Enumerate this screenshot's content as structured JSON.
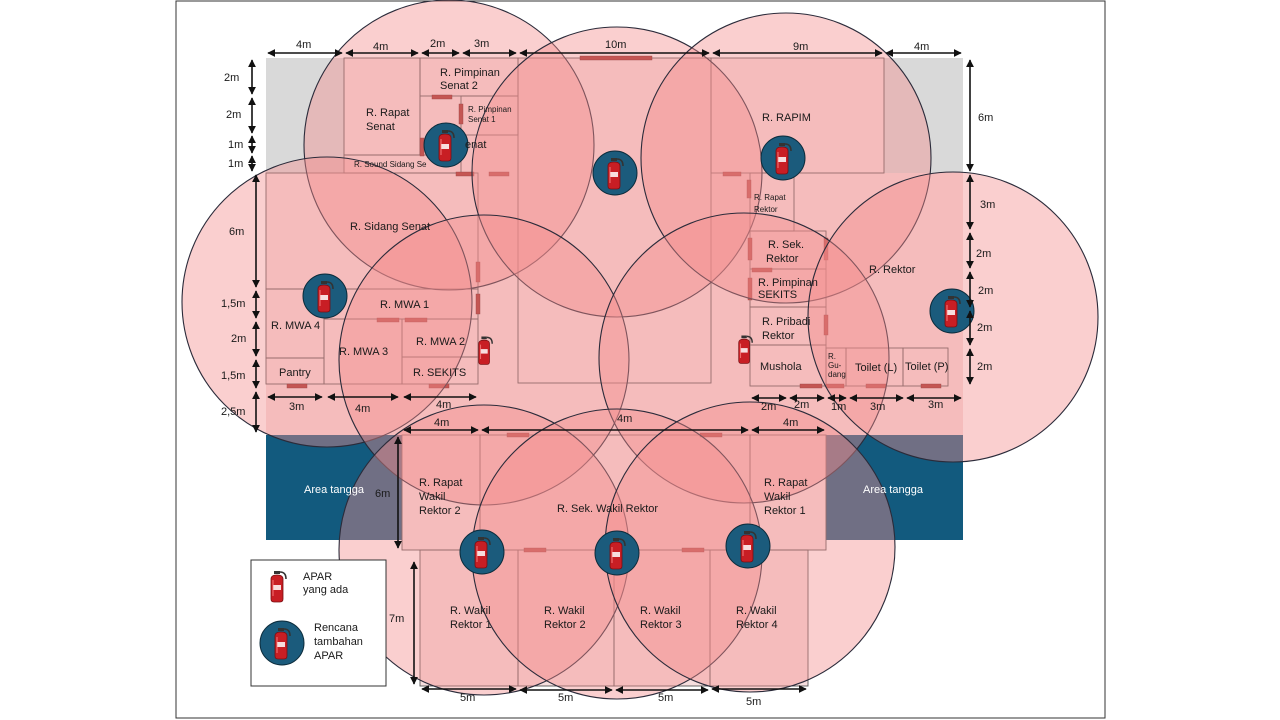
{
  "rooms": [
    {
      "name": "R. Rapat Senat",
      "lines": [
        "R. Rapat",
        "Senat"
      ]
    },
    {
      "name": "R. Pimpinan Senat 2",
      "lines": [
        "R. Pimpinan",
        "Senat 2"
      ]
    },
    {
      "name": "R. Pimpinan Senat 1",
      "lines": [
        "R. Pimpinan",
        "Senat 1"
      ]
    },
    {
      "name": "Senat",
      "lines": [
        "enat"
      ]
    },
    {
      "name": "R. Sound Sidang Senat",
      "lines": [
        "R. Sound Sidang Se"
      ]
    },
    {
      "name": "R. Sidang Senat",
      "lines": [
        "R. Sidang Senat"
      ]
    },
    {
      "name": "R. MWA 4",
      "lines": [
        "R. MWA 4"
      ]
    },
    {
      "name": "R. MWA 1",
      "lines": [
        "R. MWA 1"
      ]
    },
    {
      "name": "R. MWA 3",
      "lines": [
        "R. MWA 3"
      ]
    },
    {
      "name": "R. MWA 2",
      "lines": [
        "R. MWA 2"
      ]
    },
    {
      "name": "Pantry",
      "lines": [
        "Pantry"
      ]
    },
    {
      "name": "R. SEKITS",
      "lines": [
        "R. SEKITS"
      ]
    },
    {
      "name": "R. RAPIM",
      "lines": [
        "R. RAPIM"
      ]
    },
    {
      "name": "R. Rapat Rektor",
      "lines": [
        "R. Rapat",
        "Rektor"
      ]
    },
    {
      "name": "R. Sek. Rektor",
      "lines": [
        "R. Sek.",
        "Rektor"
      ]
    },
    {
      "name": "R. Pimpinan SEKITS",
      "lines": [
        "R. Pimpinan",
        "SEKITS"
      ]
    },
    {
      "name": "R. Rektor",
      "lines": [
        "R. Rektor"
      ]
    },
    {
      "name": "R. Pribadi Rektor",
      "lines": [
        "R. Pribadi",
        "Rektor"
      ]
    },
    {
      "name": "Mushola",
      "lines": [
        "Mushola"
      ]
    },
    {
      "name": "R. Gudang",
      "lines": [
        "R.",
        "Gu-",
        "dang"
      ]
    },
    {
      "name": "Toilet (L)",
      "lines": [
        "Toilet (L)"
      ]
    },
    {
      "name": "Toilet (P)",
      "lines": [
        "Toilet (P)"
      ]
    },
    {
      "name": "R. Rapat Wakil Rektor 2",
      "lines": [
        "R. Rapat",
        "Wakil",
        "Rektor 2"
      ]
    },
    {
      "name": "R. Sek. Wakil Rektor",
      "lines": [
        "R. Sek. Wakil Rektor"
      ]
    },
    {
      "name": "R. Rapat Wakil Rektor 1",
      "lines": [
        "R. Rapat",
        "Wakil",
        "Rektor 1"
      ]
    },
    {
      "name": "R. Wakil Rektor 1",
      "lines": [
        "R. Wakil",
        "Rektor 1"
      ]
    },
    {
      "name": "R. Wakil Rektor 2",
      "lines": [
        "R. Wakil",
        "Rektor 2"
      ]
    },
    {
      "name": "R. Wakil Rektor 3",
      "lines": [
        "R. Wakil",
        "Rektor 3"
      ]
    },
    {
      "name": "R. Wakil Rektor 4",
      "lines": [
        "R. Wakil",
        "Rektor 4"
      ]
    },
    {
      "name": "Area tangga kiri",
      "lines": [
        "Area tangga"
      ]
    },
    {
      "name": "Area tangga kanan",
      "lines": [
        "Area tangga"
      ]
    }
  ],
  "dimensions": [
    "4m",
    "4m",
    "2m",
    "3m",
    "10m",
    "9m",
    "4m",
    "2m",
    "2m",
    "1m",
    "1m",
    "6m",
    "1,5m",
    "2m",
    "1,5m",
    "2,5m",
    "3m",
    "4m",
    "4m",
    "6m",
    "3m",
    "2m",
    "2m",
    "2m",
    "2m",
    "2m",
    "2m",
    "1m",
    "3m",
    "3m",
    "4m",
    "4m",
    "4m",
    "6m",
    "7m",
    "5m",
    "5m",
    "5m",
    "5m"
  ],
  "legend": {
    "existing_lines": [
      "APAR",
      "yang ada"
    ],
    "planned_lines": [
      "Rencana",
      "tambahan",
      "APAR"
    ]
  },
  "colors": {
    "coverage_fill": "#f28c8c",
    "coverage_stroke": "#2b2b3a",
    "stair_area": "#125a7e",
    "door": "#a3302a",
    "apar_badge": "#1b5b7c",
    "apar_red": "#c81e24",
    "grey_zone": "#d9d9d9"
  }
}
